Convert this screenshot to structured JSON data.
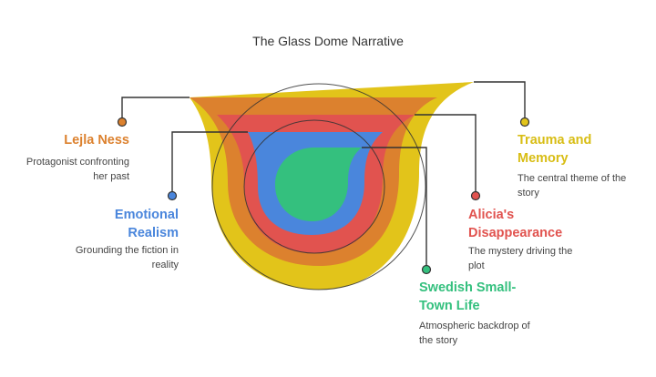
{
  "title": "The Glass Dome Narrative",
  "colors": {
    "yellow": "#E2C41A",
    "orange": "#DC812E",
    "red": "#E1534F",
    "blue": "#4A86DC",
    "green": "#34C07E",
    "line": "#333333"
  },
  "items": [
    {
      "id": "lejla",
      "label": "Lejla Ness",
      "description": "Protagonist confronting her past",
      "color": "#DC812E"
    },
    {
      "id": "emotional",
      "label": "Emotional Realism",
      "description": "Grounding the fiction in reality",
      "color": "#4A86DC"
    },
    {
      "id": "trauma",
      "label": "Trauma and Memory",
      "description": "The central theme of the story",
      "color": "#E2C41A"
    },
    {
      "id": "alicia",
      "label": "Alicia's Disappearance",
      "description": "The mystery driving the plot",
      "color": "#E1534F"
    },
    {
      "id": "swedish",
      "label": "Swedish Small-Town Life",
      "description": "Atmospheric backdrop of the story",
      "color": "#34C07E"
    }
  ]
}
